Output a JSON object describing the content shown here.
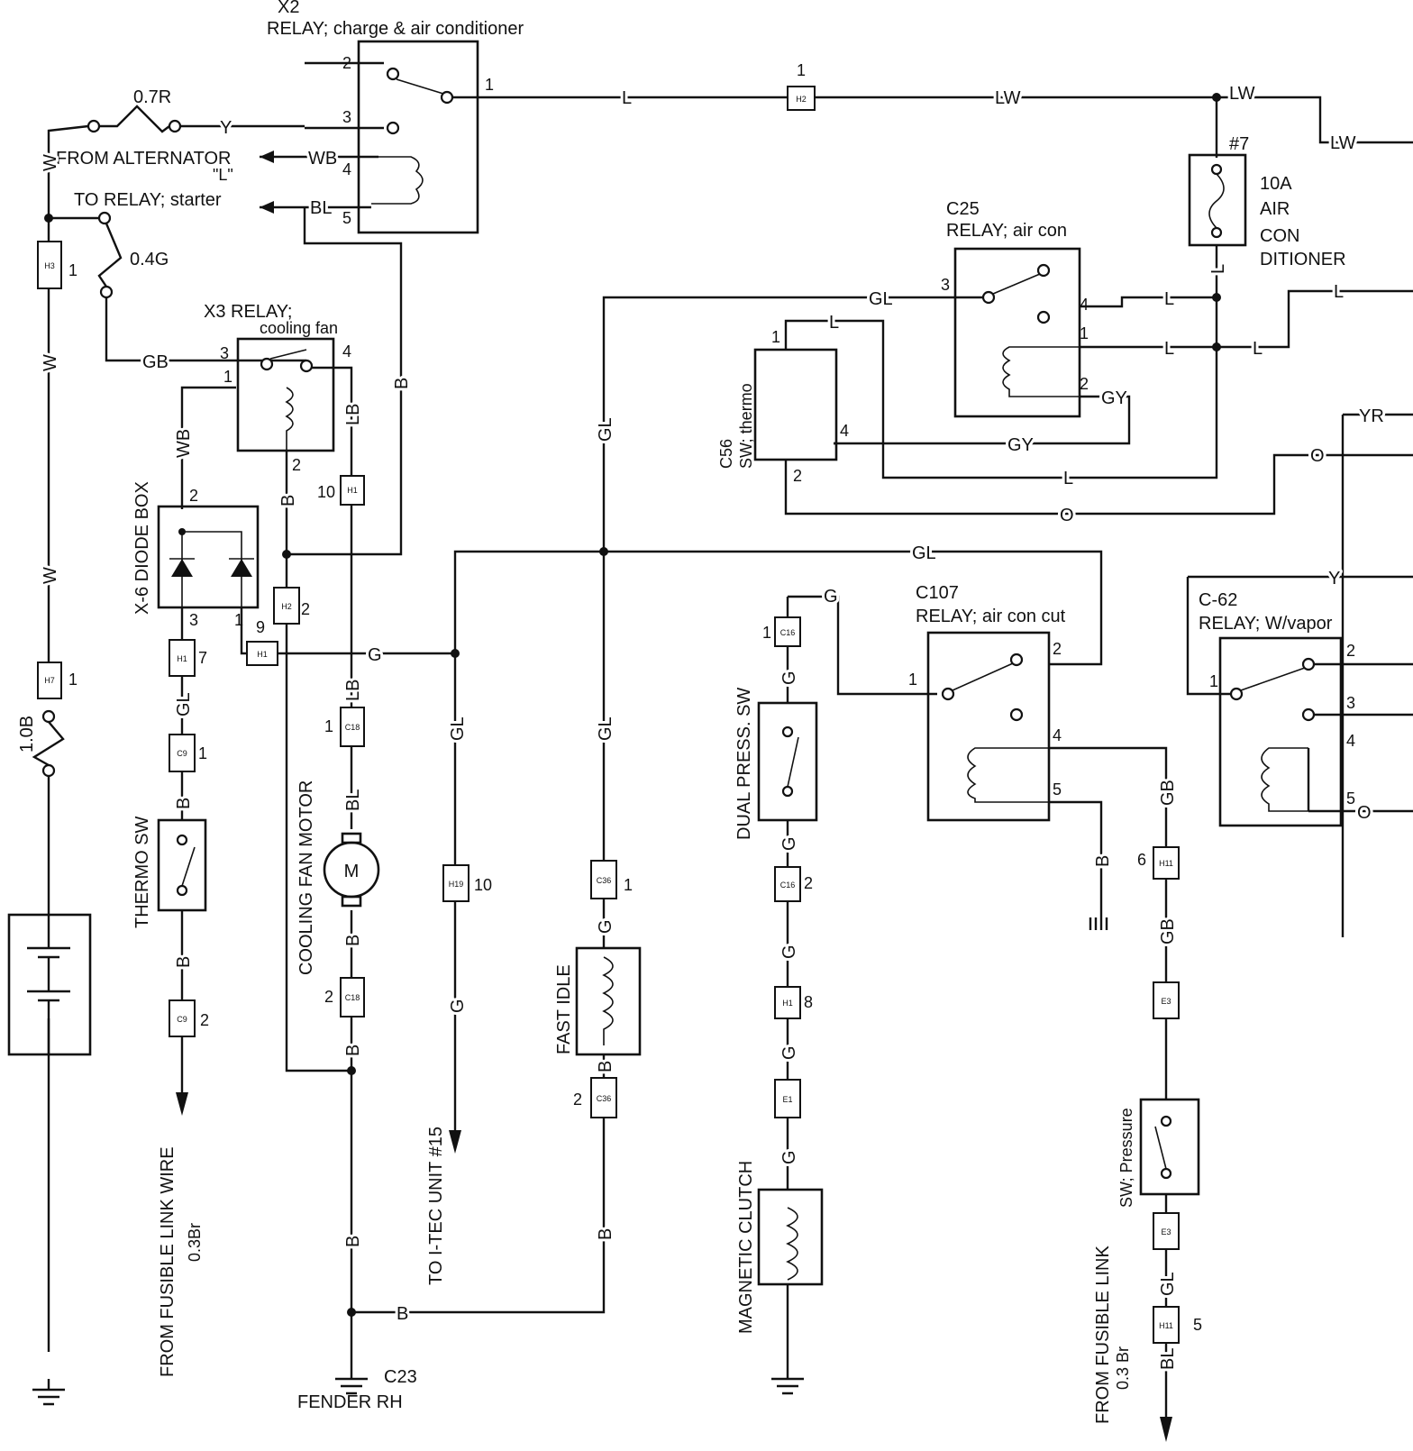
{
  "components": {
    "x2_id": "X2",
    "x2_name": "RELAY; charge & air conditioner",
    "x3_name": "X3 RELAY;",
    "x3_sub": "cooling fan",
    "c25_id": "C25",
    "c25_name": "RELAY; air con",
    "c56_id": "C56",
    "c56_name": "SW; thermo",
    "c107_id": "C107",
    "c107_name": "RELAY; air con cut",
    "c62_id": "C-62",
    "c62_name": "RELAY; W/vapor",
    "diode_box": "X-6 DIODE BOX",
    "thermo_sw": "THERMO SW",
    "cooling_fan_motor": "COOLING FAN MOTOR",
    "motor_symbol": "M",
    "fast_idle": "FAST IDLE",
    "dual_press_sw": "DUAL PRESS. SW",
    "magnetic_clutch": "MAGNETIC CLUTCH",
    "sw_pressure": "SW; Pressure",
    "fuse_no": "#7",
    "fuse_l1": "10A",
    "fuse_l2": "AIR",
    "fuse_l3": "CON",
    "fuse_l4": "DITIONER",
    "ground_c23": "C23",
    "fender_rh": "FENDER RH"
  },
  "destinations": {
    "from_alternator": "FROM ALTERNATOR",
    "alt_l": "\"L\"",
    "to_relay_starter": "TO RELAY; starter",
    "to_itec": "TO I-TEC UNIT #15",
    "from_fusible_link_wire": "FROM FUSIBLE LINK WIRE",
    "fl_wire_size": "0.3Br",
    "from_fusible_link": "FROM FUSIBLE LINK",
    "fl_size": "0.3 Br"
  },
  "fusible_links": {
    "fl1": "0.7R",
    "fl2": "0.4G",
    "fl3": "1.0B"
  },
  "wire_colors": {
    "L": "L",
    "LW": "LW",
    "Y": "Y",
    "W": "W",
    "WB": "WB",
    "BL": "BL",
    "GB": "GB",
    "B": "B",
    "LB": "LB",
    "GL": "GL",
    "G": "G",
    "GY": "GY",
    "O": "O",
    "YR": "YR"
  },
  "connectors": {
    "H1": "H1",
    "H2": "H2",
    "H3": "H3",
    "H7": "H7",
    "H11": "H11",
    "H19": "H19",
    "C9": "C9",
    "C16": "C16",
    "C18": "C18",
    "C36": "C36",
    "E1": "E1",
    "E3": "E3"
  },
  "pins": {
    "p1": "1",
    "p2": "2",
    "p3": "3",
    "p4": "4",
    "p5": "5",
    "p6": "6",
    "p7": "7",
    "p8": "8",
    "p9": "9",
    "p10": "10"
  }
}
